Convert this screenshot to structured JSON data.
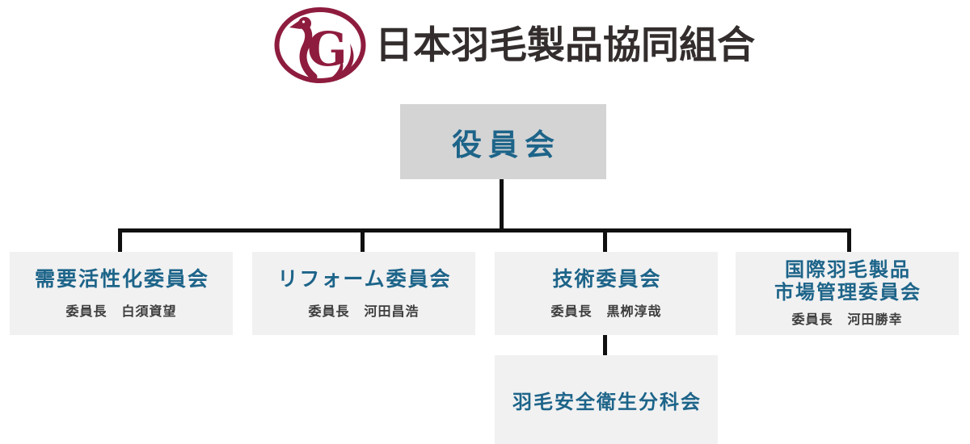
{
  "org": {
    "name": "日本羽毛製品協同組合",
    "logo": "swan-g-emblem"
  },
  "board": {
    "label": "役員会"
  },
  "committees": [
    {
      "lines": [
        "需要活性化委員会"
      ],
      "chair_label": "委員長",
      "chair_name": "白須資望"
    },
    {
      "lines": [
        "リフォーム委員会"
      ],
      "chair_label": "委員長",
      "chair_name": "河田昌浩"
    },
    {
      "lines": [
        "技術委員会"
      ],
      "chair_label": "委員長",
      "chair_name": "黒栁淳哉"
    },
    {
      "lines": [
        "国際羽毛製品",
        "市場管理委員会"
      ],
      "chair_label": "委員長",
      "chair_name": "河田勝幸"
    }
  ],
  "subcommittee": {
    "title": "羽毛安全衛生分科会",
    "parent": "技術委員会"
  },
  "colors": {
    "accent_teal": "#1d6489",
    "logo_maroon": "#8e1c3e",
    "board_box_gray": "#d4d4d5",
    "committee_box_gray": "#f1f1f2",
    "connector_black": "#101010",
    "org_name_ink": "#332e2d",
    "chair_text_ink": "#3d3d3d",
    "background": "#ffffff"
  }
}
